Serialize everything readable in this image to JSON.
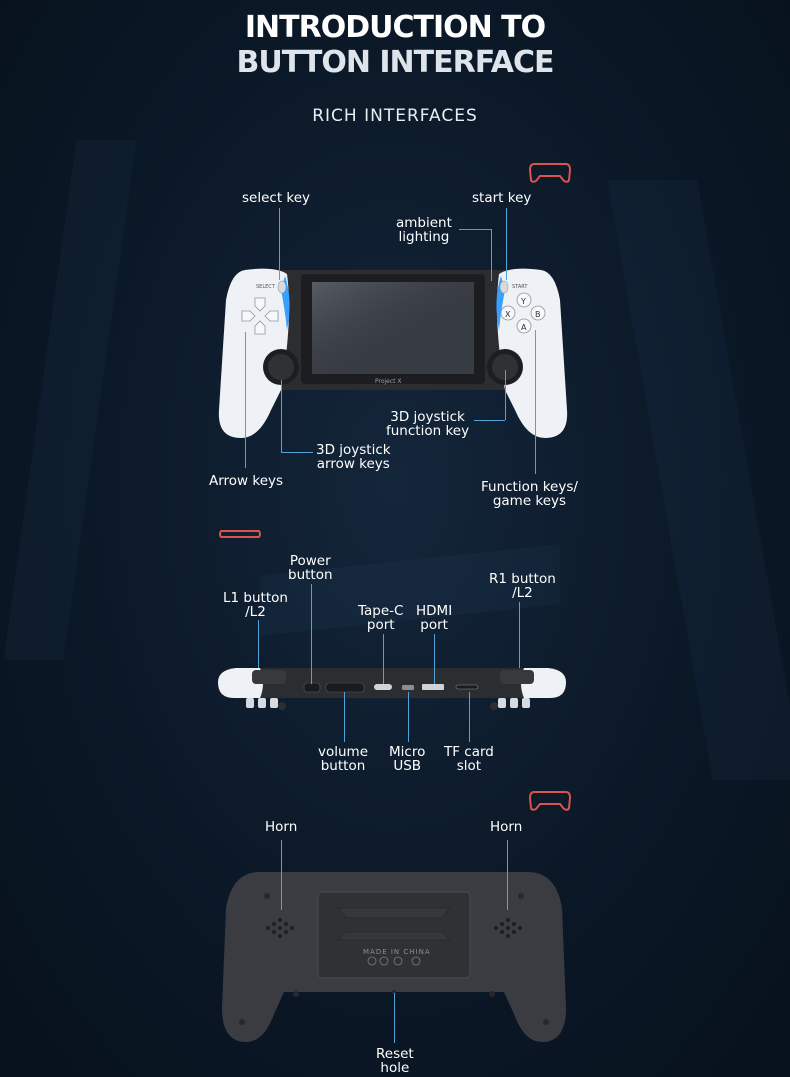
{
  "title": {
    "line1": "INTRODUCTION TO",
    "line2": "BUTTON INTERFACE"
  },
  "subtitle": "RICH INTERFACES",
  "front_view": {
    "device_screen_text": "Project X",
    "select_label": "SELECT",
    "start_label": "START",
    "face_buttons": [
      "Y",
      "X",
      "B",
      "A"
    ],
    "labels": {
      "select_key": "select key",
      "start_key": "start key",
      "ambient_lighting": [
        "ambient",
        "lighting"
      ],
      "joystick_function": [
        "3D joystick",
        "function key"
      ],
      "joystick_arrow": [
        "3D joystick",
        "arrow keys"
      ],
      "arrow_keys": "Arrow keys",
      "function_keys": [
        "Function keys/",
        "game keys"
      ]
    }
  },
  "top_view": {
    "labels": {
      "power_button": [
        "Power",
        "button"
      ],
      "l1_button": [
        "L1 button",
        "/L2"
      ],
      "type_c_port": [
        "Tape-C",
        "port"
      ],
      "hdmi_port": [
        "HDMI",
        "port"
      ],
      "r1_button": [
        "R1 button",
        "/L2"
      ],
      "volume_button": [
        "volume",
        "button"
      ],
      "micro_usb": [
        "Micro",
        "USB"
      ],
      "tf_card_slot": [
        "TF card",
        "slot"
      ]
    }
  },
  "back_view": {
    "made_in": "MADE IN CHINA",
    "labels": {
      "horn_left": "Horn",
      "horn_right": "Horn",
      "reset_hole": [
        "Reset",
        "hole"
      ]
    }
  },
  "colors": {
    "background": "#0b1827",
    "leader_line": "#4fa3d9",
    "ambient_light": "#3aa0ff",
    "device_body": "#2a2c30",
    "grip_white": "#eef1f5"
  },
  "icons": [
    "gamepad-outline-icon",
    "gamepad-outline-icon",
    "gamepad-outline-icon",
    "gamepad-outline-icon"
  ]
}
